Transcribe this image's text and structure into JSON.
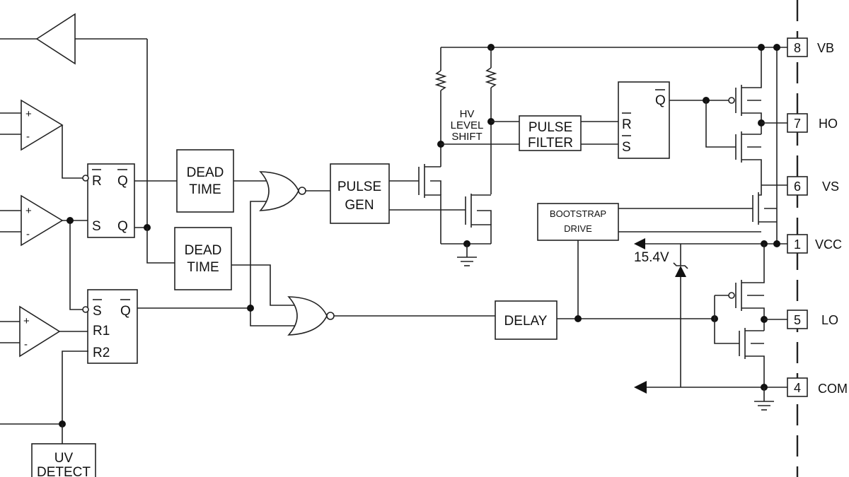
{
  "blocks": {
    "dead_time_1": "DEAD",
    "dead_time_1b": "TIME",
    "dead_time_2": "DEAD",
    "dead_time_2b": "TIME",
    "pulse_gen_a": "PULSE",
    "pulse_gen_b": "GEN",
    "hv_a": "HV",
    "hv_b": "LEVEL",
    "hv_c": "SHIFT",
    "pulse_filter_a": "PULSE",
    "pulse_filter_b": "FILTER",
    "bootstrap_a": "BOOTSTRAP",
    "bootstrap_b": "DRIVE",
    "delay": "DELAY",
    "uv_a": "UV",
    "uv_b": "DETECT",
    "zener_voltage": "15.4V"
  },
  "flipflops": {
    "ff1": {
      "r": "R",
      "q_top": "Q",
      "s": "S",
      "q_bottom": "Q"
    },
    "ff2": {
      "s": "S",
      "q": "Q",
      "r1": "R1",
      "r2": "R2"
    },
    "ff3": {
      "r": "R",
      "s": "S",
      "q": "Q"
    }
  },
  "comparators": {
    "plus": "+",
    "minus": "-"
  },
  "pins": [
    {
      "num": "8",
      "name": "VB"
    },
    {
      "num": "7",
      "name": "HO"
    },
    {
      "num": "6",
      "name": "VS"
    },
    {
      "num": "1",
      "name": "VCC"
    },
    {
      "num": "5",
      "name": "LO"
    },
    {
      "num": "4",
      "name": "COM"
    }
  ]
}
